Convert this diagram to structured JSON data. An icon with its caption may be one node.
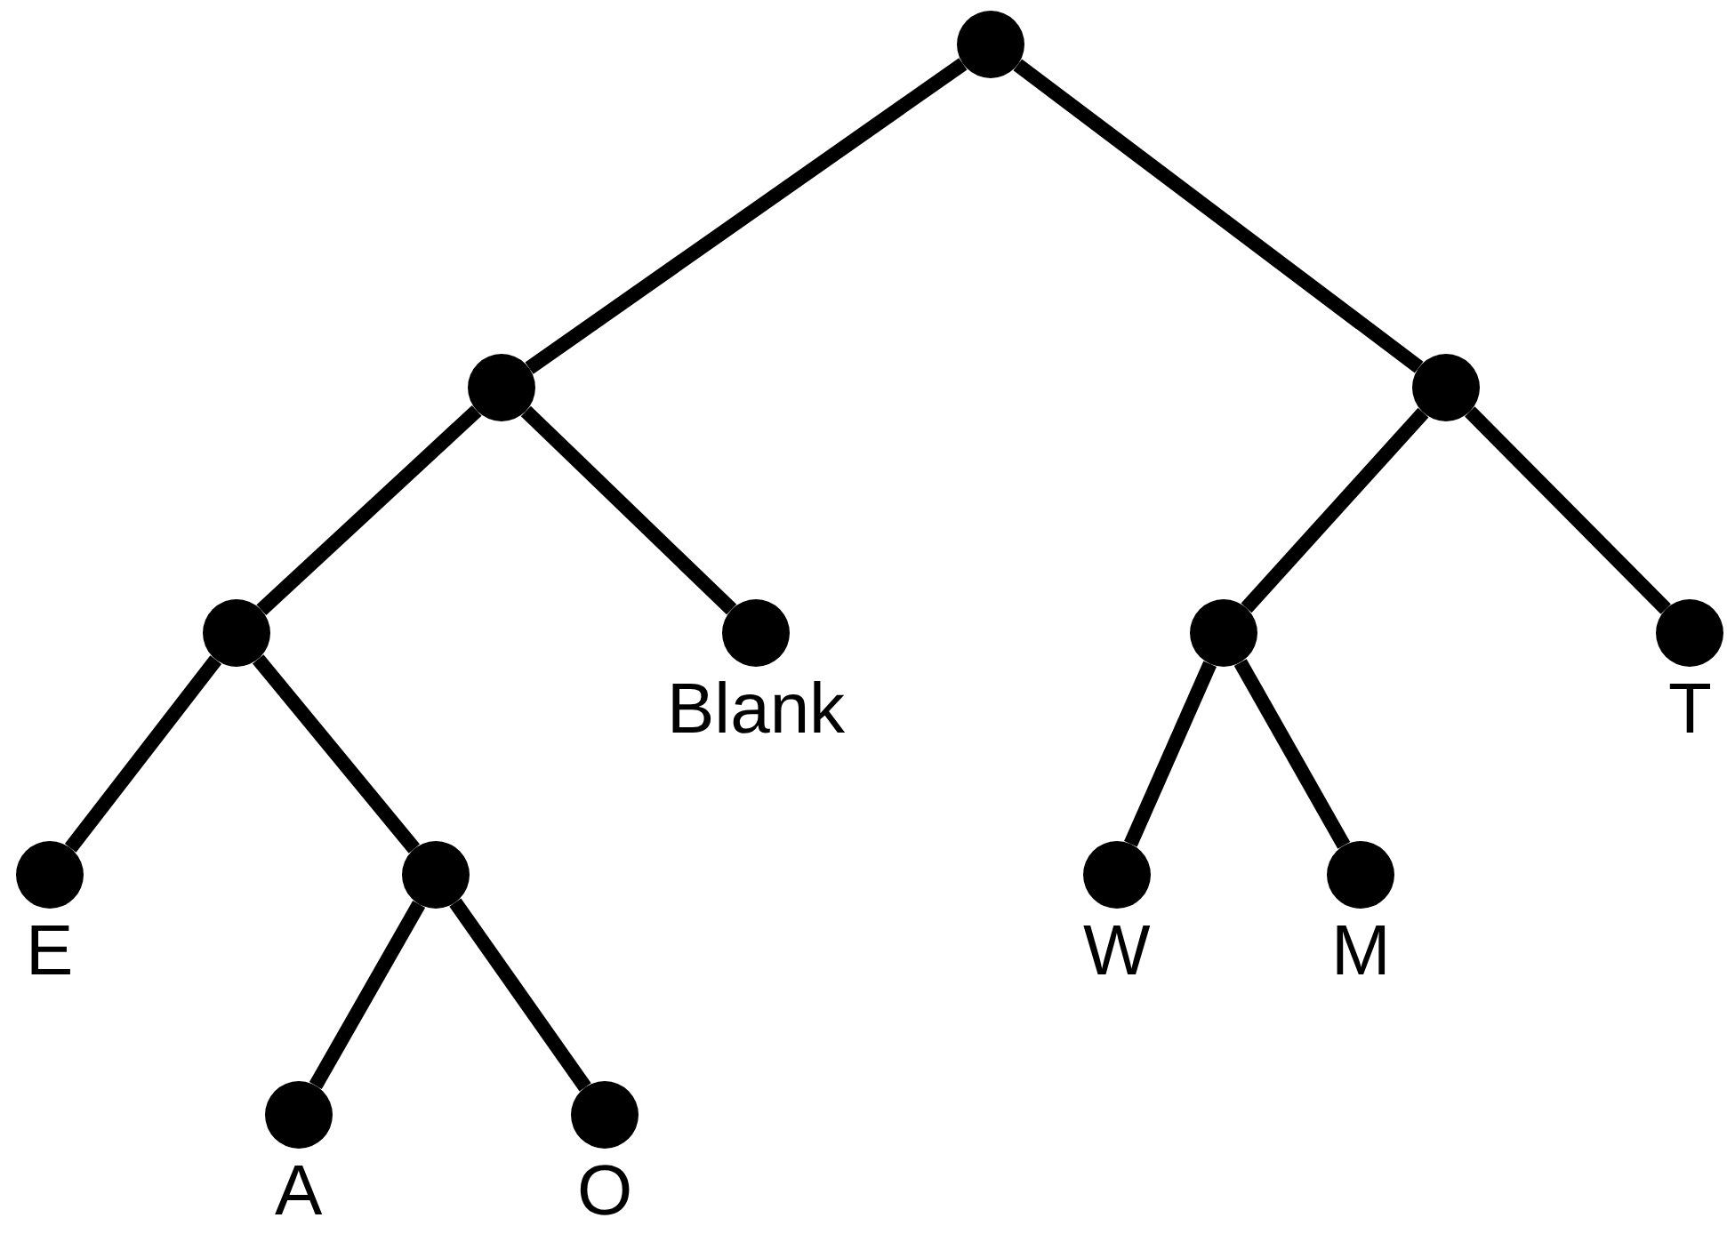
{
  "diagram": {
    "nodes": [
      {
        "text": [],
        "shape": "circle"
      },
      {
        "text": [],
        "shape": "circle"
      },
      {
        "text": [],
        "shape": "circle"
      },
      {
        "text": [],
        "shape": "circle"
      },
      {
        "text": [
          "Blank"
        ]
      },
      {
        "text": [],
        "shape": "circle"
      },
      {
        "text": [
          "T"
        ]
      },
      {
        "text": [
          "E"
        ]
      },
      {
        "text": [],
        "shape": "circle"
      },
      {
        "text": [
          "W"
        ]
      },
      {
        "text": [
          "M"
        ]
      },
      {
        "text": [
          "A"
        ]
      },
      {
        "text": [
          "O"
        ]
      }
    ],
    "edges": [
      {
        "from": 0,
        "to": 1,
        "arrow": "none"
      },
      {
        "from": 0,
        "to": 2,
        "arrow": "none"
      },
      {
        "from": 1,
        "to": 3,
        "arrow": "none"
      },
      {
        "from": 1,
        "to": 4,
        "arrow": "none"
      },
      {
        "from": 2,
        "to": 5,
        "arrow": "none"
      },
      {
        "from": 2,
        "to": 6,
        "arrow": "none"
      },
      {
        "from": 3,
        "to": 7,
        "arrow": "none"
      },
      {
        "from": 3,
        "to": 8,
        "arrow": "none"
      },
      {
        "from": 5,
        "to": 9,
        "arrow": "none"
      },
      {
        "from": 5,
        "to": 10,
        "arrow": "none"
      },
      {
        "from": 8,
        "to": 11,
        "arrow": "none"
      },
      {
        "from": 8,
        "to": 12,
        "arrow": "none"
      }
    ]
  }
}
